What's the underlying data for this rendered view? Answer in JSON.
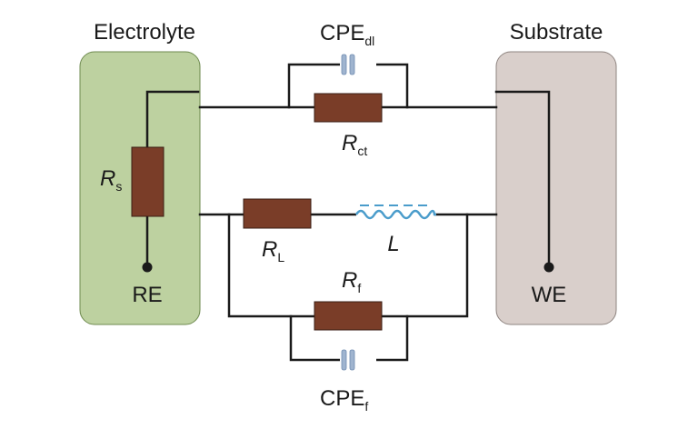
{
  "panels": {
    "electrolyte": {
      "title": "Electrolyte",
      "fill": "#bdd1a0",
      "stroke": "#6e8a4f"
    },
    "substrate": {
      "title": "Substrate",
      "fill": "#d9cfcb",
      "stroke": "#8e8480"
    }
  },
  "electrodes": {
    "reference": "RE",
    "working": "WE"
  },
  "components": {
    "rs": {
      "symbol": "R",
      "subscript": "s"
    },
    "rct": {
      "symbol": "R",
      "subscript": "ct"
    },
    "rl": {
      "symbol": "R",
      "subscript": "L"
    },
    "inductor": {
      "symbol": "L"
    },
    "rf": {
      "symbol": "R",
      "subscript": "f"
    },
    "cpe_dl": {
      "symbol": "CPE",
      "subscript": "dl"
    },
    "cpe_f": {
      "symbol": "CPE",
      "subscript": "f"
    }
  },
  "colors": {
    "resistor_fill": "#7a3d28",
    "wire": "#1a1a1a",
    "capacitor": "#9fb4cf",
    "capacitor_edge": "#6f8bb0",
    "inductor": "#4a9ccb"
  }
}
